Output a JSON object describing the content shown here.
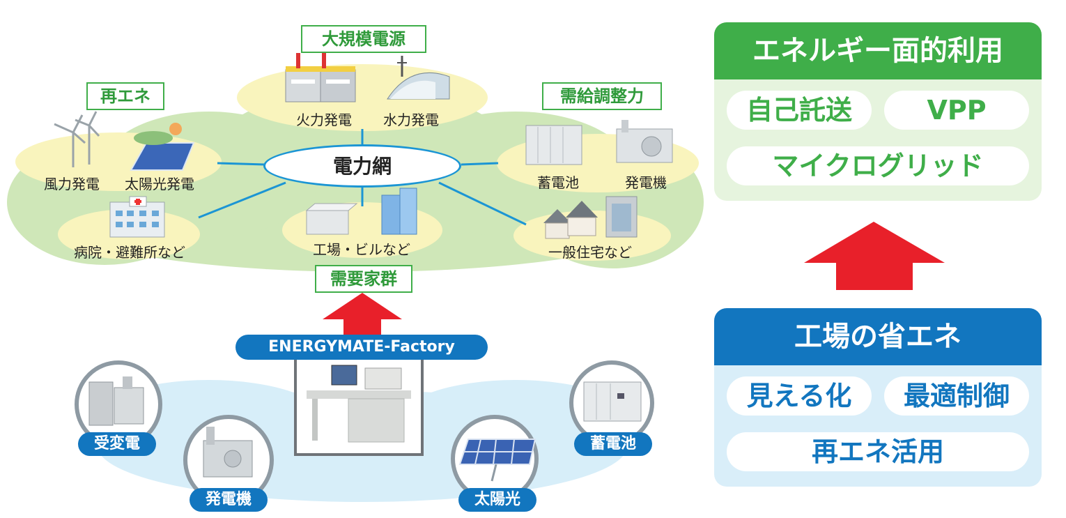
{
  "grid": {
    "center_label": "電力網",
    "large_scale": {
      "tag": "大規模電源",
      "thermal": "火力発電",
      "hydro": "水力発電"
    },
    "renewable": {
      "tag": "再エネ",
      "wind": "風力発電",
      "solar": "太陽光発電"
    },
    "balancing": {
      "tag": "需給調整力",
      "battery": "蓄電池",
      "generator": "発電機"
    },
    "consumers": {
      "tag": "需要家群",
      "hospital": "病院・避難所など",
      "factory": "工場・ビルなど",
      "housing": "一般住宅など"
    }
  },
  "factory": {
    "title": "ENERGYMATE-Factory",
    "equipment": {
      "substation": "受変電",
      "generator": "発電機",
      "solar": "太陽光",
      "battery": "蓄電池"
    }
  },
  "panels": {
    "area_use": {
      "title": "エネルギー面的利用",
      "items": [
        "自己託送",
        "VPP",
        "マイクログリッド"
      ]
    },
    "factory_saving": {
      "title": "工場の省エネ",
      "items": [
        "見える化",
        "最適制御",
        "再エネ活用"
      ]
    }
  },
  "colors": {
    "green": "#3fae49",
    "blue": "#1276bf",
    "red": "#e8202a",
    "light_green": "#e6f4de",
    "light_blue": "#d9eef9"
  }
}
